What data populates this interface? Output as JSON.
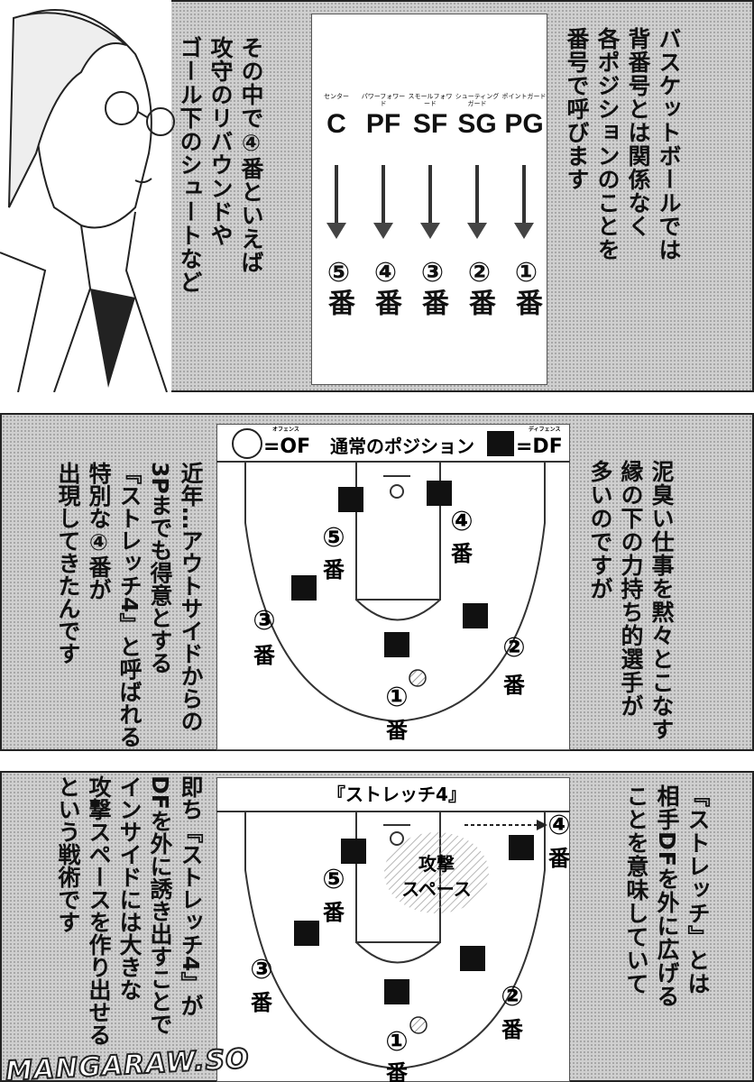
{
  "panel1": {
    "right_text": "バスケットボールでは\n背番号とは関係なく\n各ポジションのことを\n番号で呼びます",
    "left_text": "その中で④番といえば\n攻守のリバウンドや\nゴール下のシュートなど",
    "positions": [
      {
        "ruby": "センター",
        "abbr": "C",
        "number": "⑤番"
      },
      {
        "ruby": "パワーフォワード",
        "abbr": "PF",
        "number": "④番"
      },
      {
        "ruby": "スモールフォワード",
        "abbr": "SF",
        "number": "③番"
      },
      {
        "ruby": "シューティングガード",
        "abbr": "SG",
        "number": "②番"
      },
      {
        "ruby": "ポイントガード",
        "abbr": "PG",
        "number": "①番"
      }
    ]
  },
  "panel2": {
    "right_text": "泥臭い仕事を黙々とこなす\n縁の下の力持ち的選手が\n多いのですが",
    "left_text": "近年…アウトサイドからの\n3Pまでも得意とする\n『ストレッチ4』と呼ばれる\n特別な④番が\n出現してきたんです",
    "legend": {
      "of_label": "=OF",
      "of_ruby": "オフェンス",
      "title": "通常のポジション",
      "df_label": "=DF",
      "df_ruby": "ディフェンス"
    },
    "players": [
      "①",
      "②",
      "③",
      "④",
      "⑤"
    ],
    "ban": "番"
  },
  "panel3": {
    "right_text": "『ストレッチ』とは\n相手DFを外に広げる\nことを意味していて",
    "left_text": "即ち『ストレッチ4』が\nDFを外に誘き出すことで\nインサイドには大きな\n攻撃スペースを作り出せる\nという戦術です",
    "court_title": "『ストレッチ4』",
    "space_label_1": "攻撃",
    "space_label_2": "スペース"
  },
  "watermark": "MANGARAW.SO"
}
